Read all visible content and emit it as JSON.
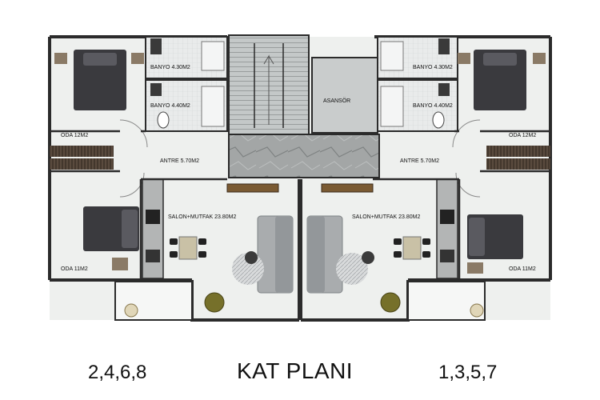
{
  "rooms": {
    "bath_top": "BANYO 4.30M2",
    "bath_mid": "BANYO 4.40M2",
    "bath_top_r": "BANYO 4.30M2",
    "bath_mid_r": "BANYO 4.40M2",
    "elevator": "ASANSÖR",
    "bedroom_12": "ODA 12M2",
    "bedroom_12_r": "ODA 12M2",
    "hall": "ANTRE 5.70M2",
    "hall_r": "ANTRE 5.70M2",
    "living": "SALON+MUTFAK 23.80M2",
    "living_r": "SALON+MUTFAK 23.80M2",
    "bedroom_11": "ODA 11M2",
    "bedroom_11_r": "ODA 11M2"
  },
  "footer": {
    "left_units": "2,4,6,8",
    "title": "KAT PLANI",
    "right_units": "1,3,5,7"
  },
  "colors": {
    "wall": "#2b2b2b",
    "floor": "#eef0ee",
    "stair": "#bfc3c3",
    "elevator": "#c9cccc",
    "marble": "#9a9d9d",
    "bedding": "#3a3a3e",
    "sofa": "#a9acae"
  }
}
